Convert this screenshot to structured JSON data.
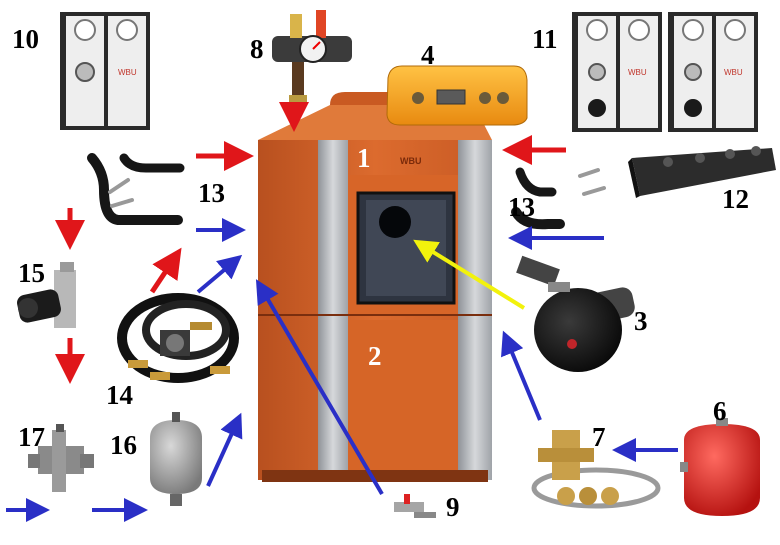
{
  "labels": {
    "n1": "1",
    "n2": "2",
    "n3": "3",
    "n4": "4",
    "n6": "6",
    "n7": "7",
    "n8": "8",
    "n9": "9",
    "n10": "10",
    "n11": "11",
    "n12": "12",
    "n13a": "13",
    "n13b": "13",
    "n14": "14",
    "n15": "15",
    "n16": "16",
    "n17": "17",
    "brand": "WBU"
  },
  "colors": {
    "boiler": "#d2642a",
    "boiler_dark": "#a9471b",
    "panel_gray": "#b9bcc0",
    "controller": "#f4a21f",
    "arrow_red": "#e0161a",
    "arrow_blue": "#2a2fc6",
    "arrow_yellow": "#f2f20c",
    "tank_red": "#e0221f",
    "tank_gray": "#9c9c9c"
  }
}
